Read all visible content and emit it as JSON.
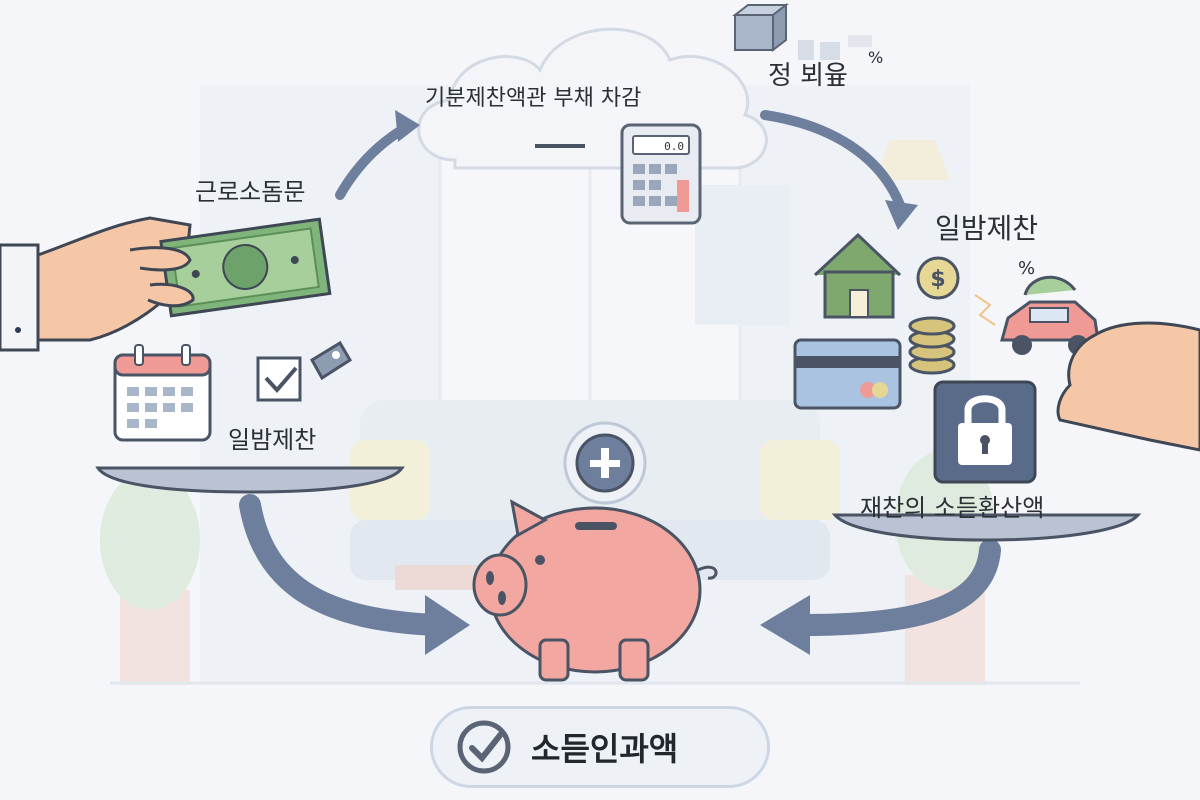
{
  "labels": {
    "top_cloud": "기분제찬액관 부채 차감",
    "top_right": "정 뵈윺",
    "top_right_percent": "%",
    "left_income": "근로소돔문",
    "left_check": "일밤제찬",
    "right_assets": "일밤제찬",
    "right_percent": "%",
    "right_bottom": "재찬의 소듣환산액",
    "result": "소듣인과액"
  },
  "calculator_display": "0.0",
  "colors": {
    "arrow": "#6e7f9e",
    "piggy": "#f2a7a0",
    "cash": "#7fb47a",
    "house": "#7fa86e",
    "lock": "#5a6b8a",
    "card": "#a9c3e0",
    "coin": "#d6c47c",
    "car": "#ef9a95"
  },
  "icons": [
    "cloud-icon",
    "calculator-icon",
    "cube-icon",
    "hand-cash-icon",
    "calendar-icon",
    "checkbox-icon",
    "house-icon",
    "dollar-coin-icon",
    "coin-stack-icon",
    "credit-card-icon",
    "car-icon",
    "padlock-icon",
    "plus-icon",
    "piggy-bank-icon",
    "check-circle-icon"
  ]
}
